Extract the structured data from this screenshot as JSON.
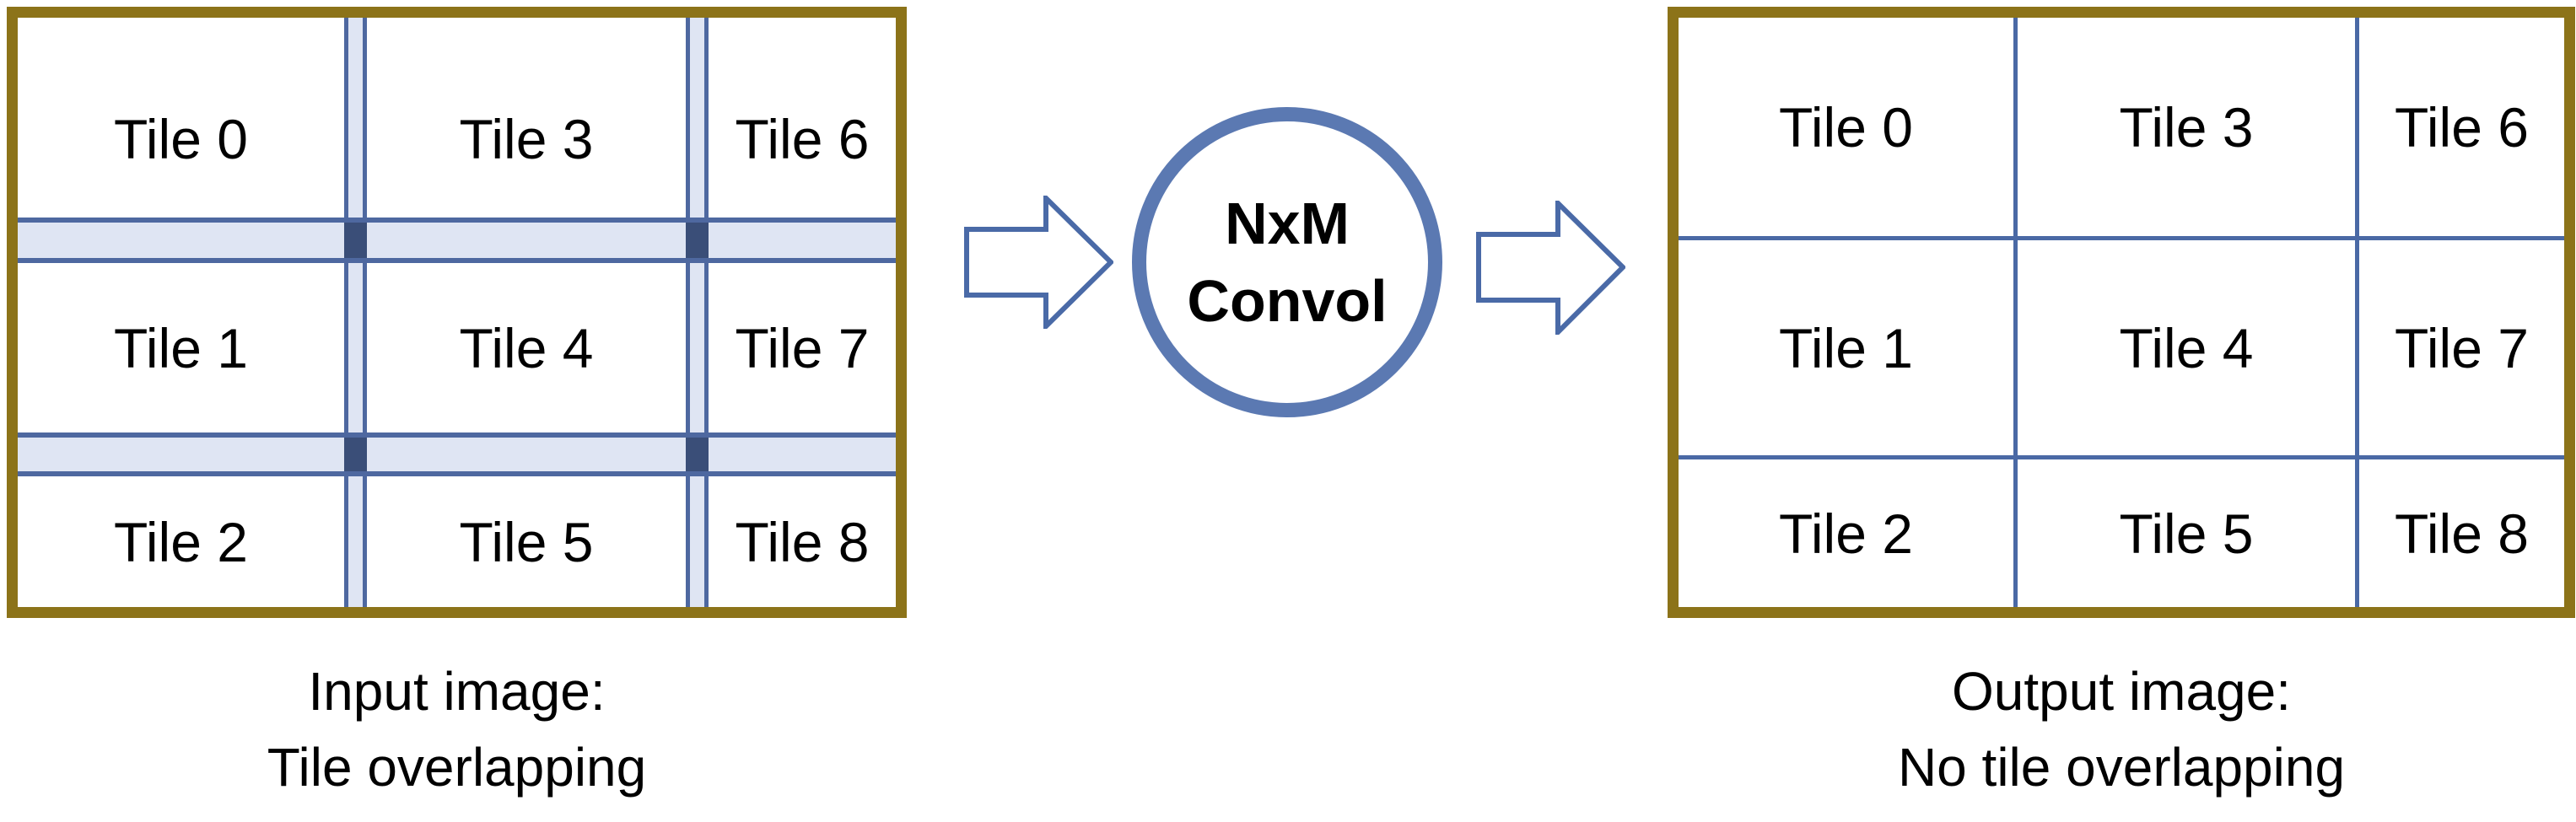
{
  "diagram": {
    "input": {
      "caption_line1": "Input image:",
      "caption_line2": "Tile overlapping",
      "tiles": [
        "Tile 0",
        "Tile 3",
        "Tile 6",
        "Tile 1",
        "Tile 4",
        "Tile 7",
        "Tile 2",
        "Tile 5",
        "Tile 8"
      ]
    },
    "process": {
      "label_line1": "NxM",
      "label_line2": "Convol"
    },
    "output": {
      "caption_line1": "Output image:",
      "caption_line2": "No tile overlapping",
      "tiles": [
        "Tile 0",
        "Tile 3",
        "Tile 6",
        "Tile 1",
        "Tile 4",
        "Tile 7",
        "Tile 2",
        "Tile 5",
        "Tile 8"
      ]
    },
    "colors": {
      "frame": "#8c7319",
      "overlap_fill": "#dfe5f3",
      "overlap_stroke": "#4e68a0",
      "overlap_intersection": "#3a4e78",
      "grid_line": "#4a69a5",
      "shape_stroke": "#4a6aa7",
      "circle_stroke": "#5b79b2"
    }
  }
}
